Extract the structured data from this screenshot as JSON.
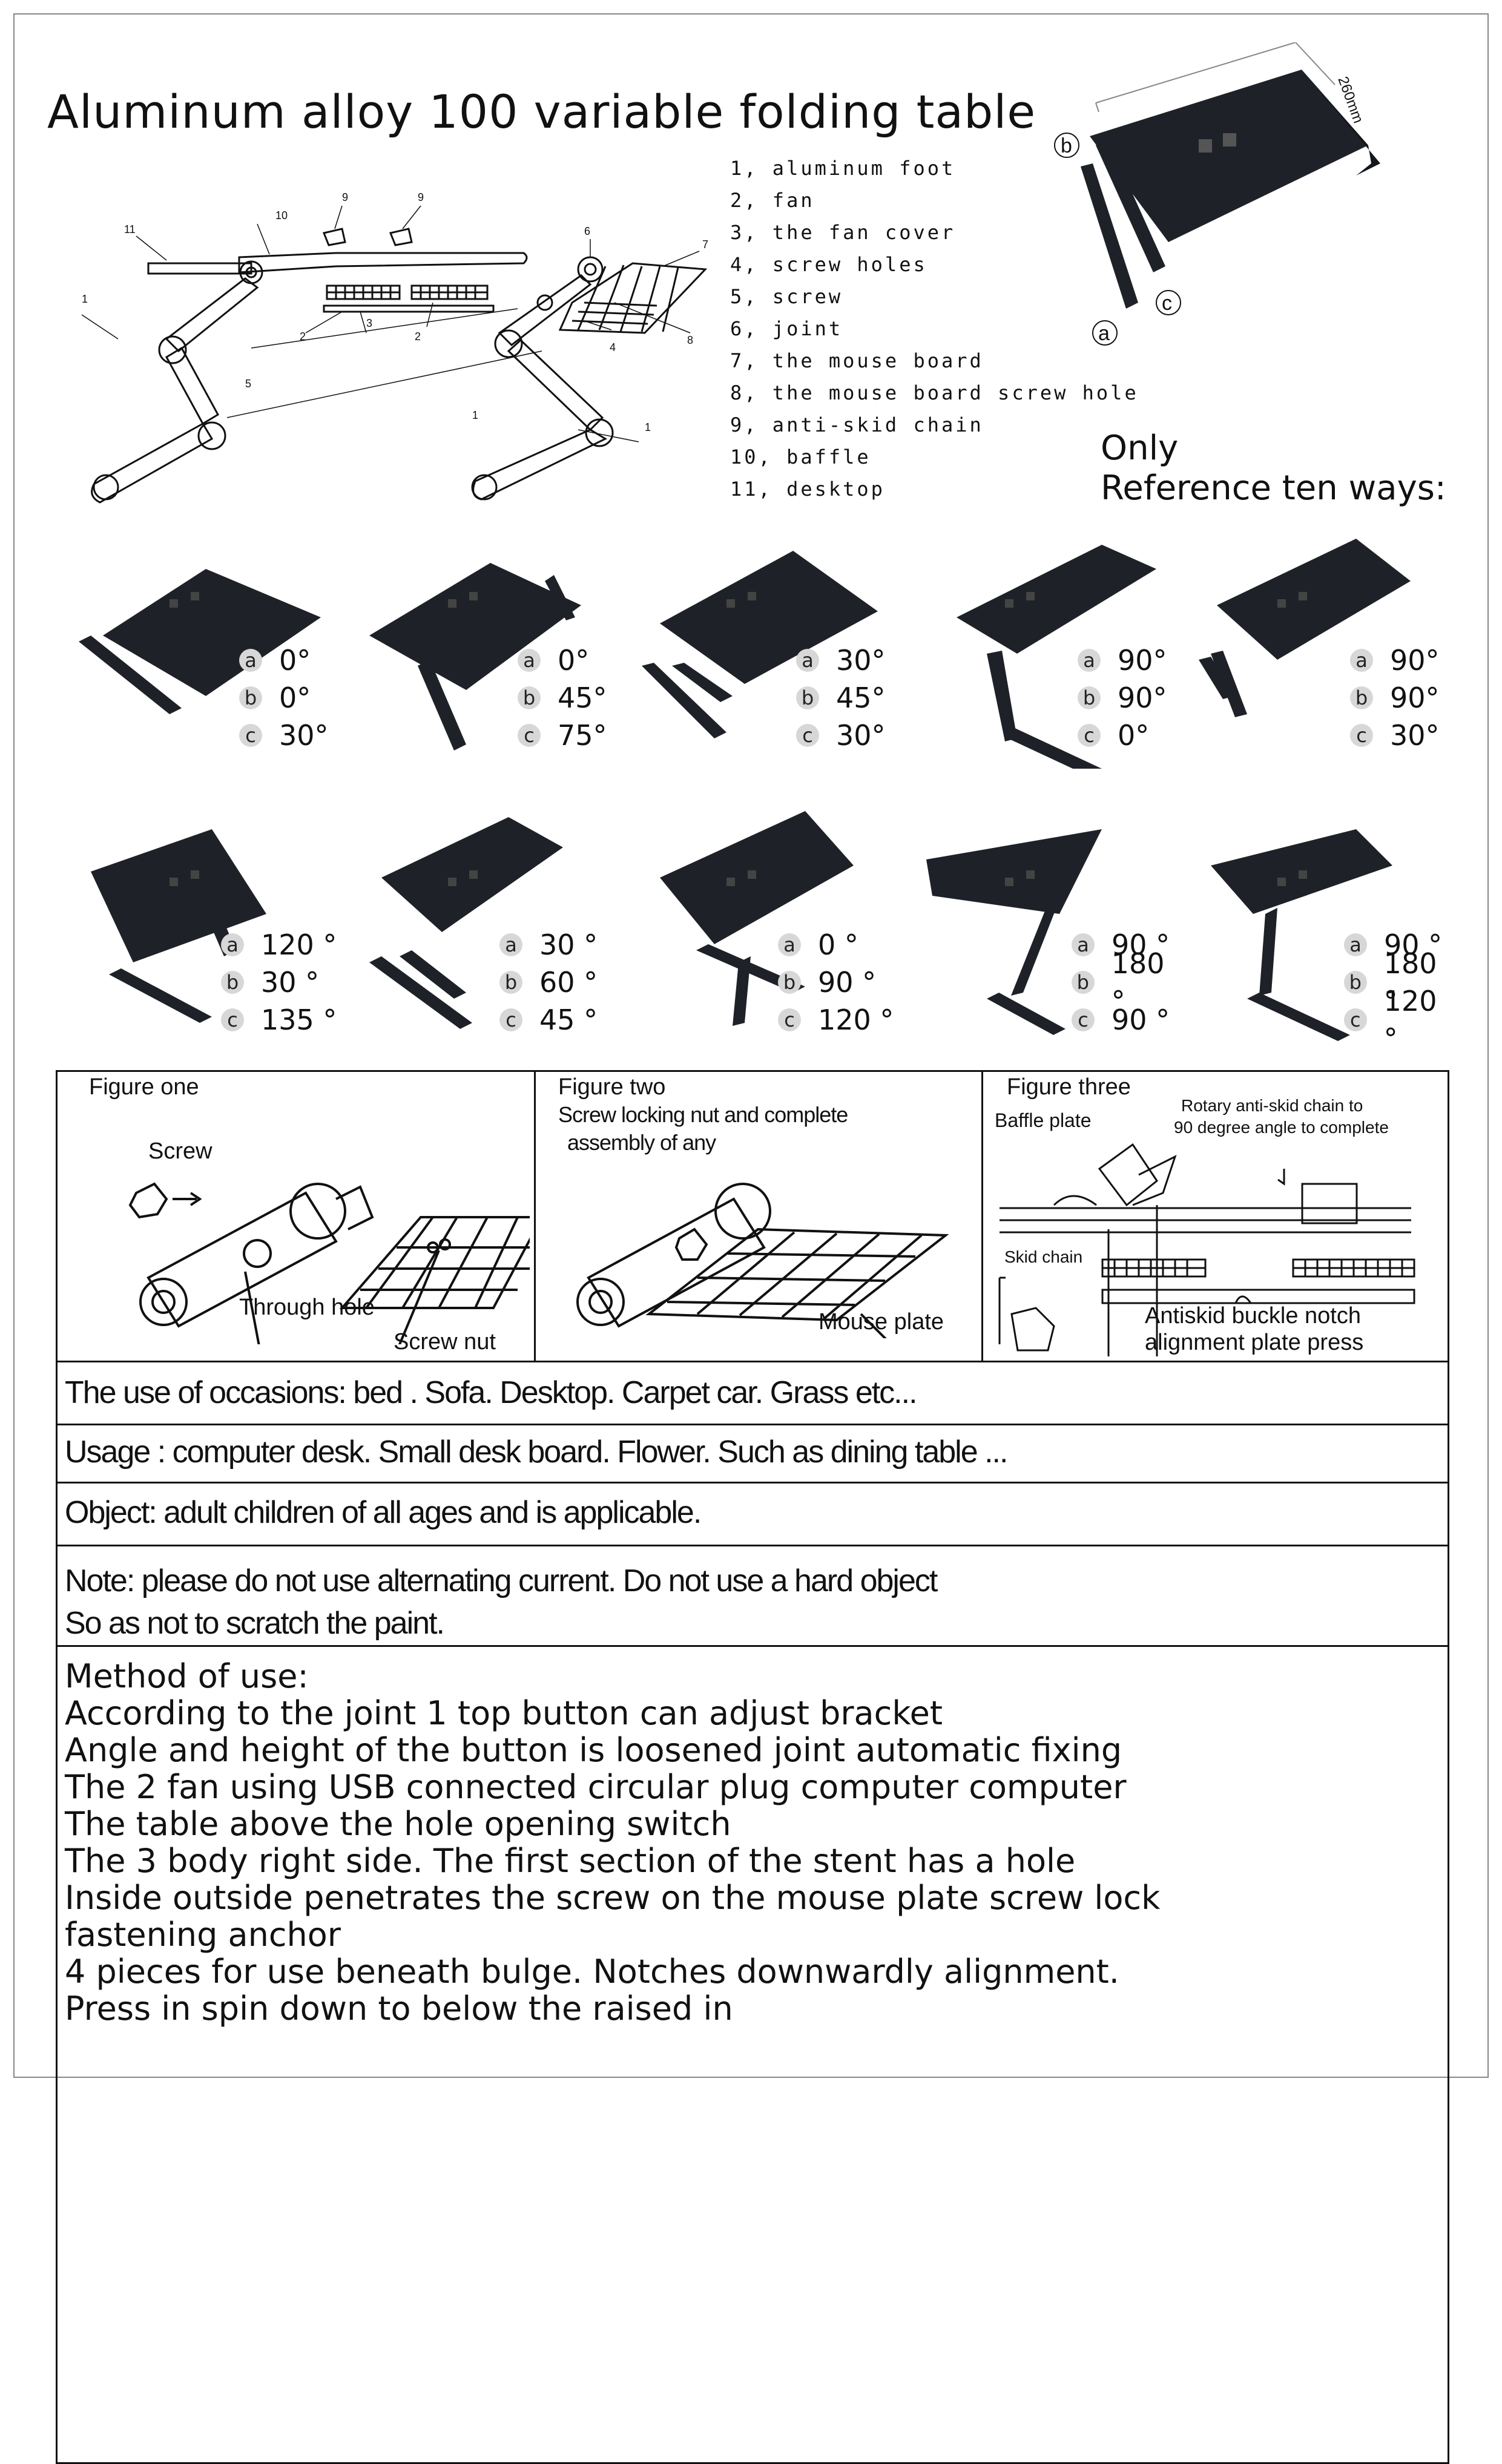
{
  "title": "Aluminum alloy 100 variable folding table",
  "parts": [
    "1, aluminum foot",
    "2, fan",
    "3, the fan cover",
    "4, screw holes",
    "5, screw",
    "6, joint",
    "7, the mouse board",
    "8, the mouse board screw hole",
    "9, anti-skid chain",
    "10, baffle",
    "11, desktop"
  ],
  "diagram_numbers": [
    "1",
    "1",
    "1",
    "2",
    "2",
    "3",
    "4",
    "5",
    "6",
    "7",
    "8",
    "9",
    "9",
    "10",
    "11"
  ],
  "dimension_label": "260mm",
  "photo_labels": [
    "b",
    "c",
    "a"
  ],
  "reference": {
    "line1": "Only",
    "line2": "Reference ten ways:"
  },
  "configs": [
    {
      "a": "0°",
      "b": "0°",
      "c": "30°"
    },
    {
      "a": "0°",
      "b": "45°",
      "c": "75°"
    },
    {
      "a": "30°",
      "b": "45°",
      "c": "30°"
    },
    {
      "a": "90°",
      "b": "90°",
      "c": "0°"
    },
    {
      "a": "90°",
      "b": "90°",
      "c": "30°"
    },
    {
      "a": "120 °",
      "b": "30 °",
      "c": "135 °"
    },
    {
      "a": "30 °",
      "b": "60 °",
      "c": "45 °"
    },
    {
      "a": "0 °",
      "b": "90 °",
      "c": "120 °"
    },
    {
      "a": "90 °",
      "b": "180 °",
      "c": "90 °"
    },
    {
      "a": "90 °",
      "b": "180 °",
      "c": "120 °"
    }
  ],
  "figures": {
    "one": {
      "title": "Figure one",
      "screw": "Screw",
      "through_hole": "Through hole",
      "screw_nut": "Screw nut"
    },
    "two": {
      "title": "Figure two",
      "caption1": "Screw locking nut and complete",
      "caption2": "assembly of any",
      "mouse_plate": "Mouse plate"
    },
    "three": {
      "title": "Figure three",
      "baffle": "Baffle plate",
      "rotary1": "Rotary anti-skid chain to",
      "rotary2": "90 degree angle to complete",
      "skid": "Skid chain",
      "notch1": "Antiskid buckle notch",
      "notch2": "alignment plate press"
    }
  },
  "info": {
    "occasions": "The use of occasions: bed . Sofa. Desktop. Carpet car. Grass etc...",
    "usage": "Usage : computer desk. Small desk board. Flower. Such as dining table ...",
    "object": "Object: adult children of all ages and is applicable.",
    "note1": "Note: please do not use alternating current. Do not use a hard object",
    "note2": "So as not to scratch the paint."
  },
  "method": [
    "Method of use:",
    "According to the joint 1 top button can adjust bracket",
    "Angle and height of the button is loosened joint automatic fixing",
    "The 2 fan using USB connected circular plug computer computer",
    "The table above the hole opening switch",
    "The 3 body right side. The first section of the stent has a hole",
    "Inside outside penetrates the screw on the mouse plate screw lock",
    "fastening anchor",
    "4 pieces for use beneath bulge. Notches downwardly alignment.",
    "Press in spin down to below the raised in"
  ],
  "colors": {
    "product": "#1e2228",
    "ink": "#111111",
    "badge": "#d7d7d7"
  }
}
